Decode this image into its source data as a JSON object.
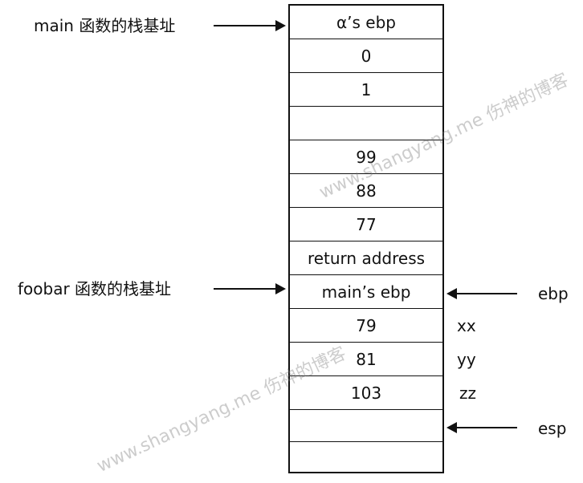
{
  "stack": {
    "cells": [
      "α’s ebp",
      "0",
      "1",
      "",
      "99",
      "88",
      "77",
      "return address",
      "main’s ebp",
      "79",
      "81",
      "103",
      "",
      ""
    ]
  },
  "left_labels": {
    "main_base": "main 函数的栈基址",
    "foobar_base": "foobar 函数的栈基址"
  },
  "right_labels": {
    "ebp": "ebp",
    "esp": "esp",
    "xx": "xx",
    "yy": "yy",
    "zz": "zz"
  },
  "watermark": "www.shangyang.me 伤神的博客"
}
